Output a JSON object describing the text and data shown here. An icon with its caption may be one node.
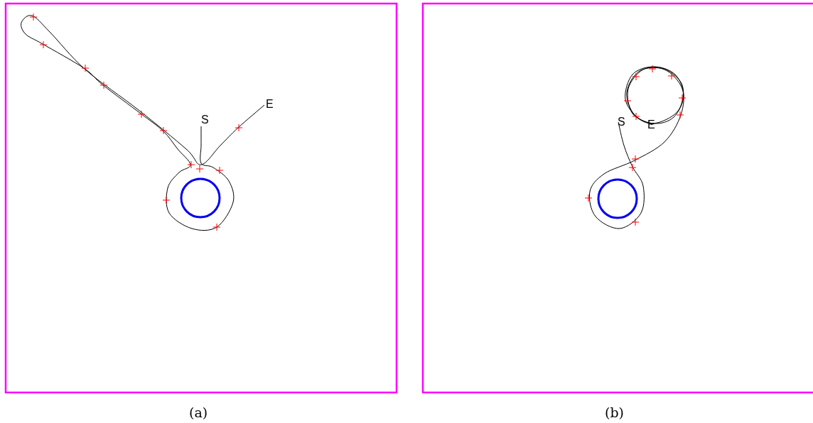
{
  "diagram": {
    "labels": [
      "S",
      "E",
      "(a)",
      "S",
      "E",
      "(b)"
    ]
  }
}
